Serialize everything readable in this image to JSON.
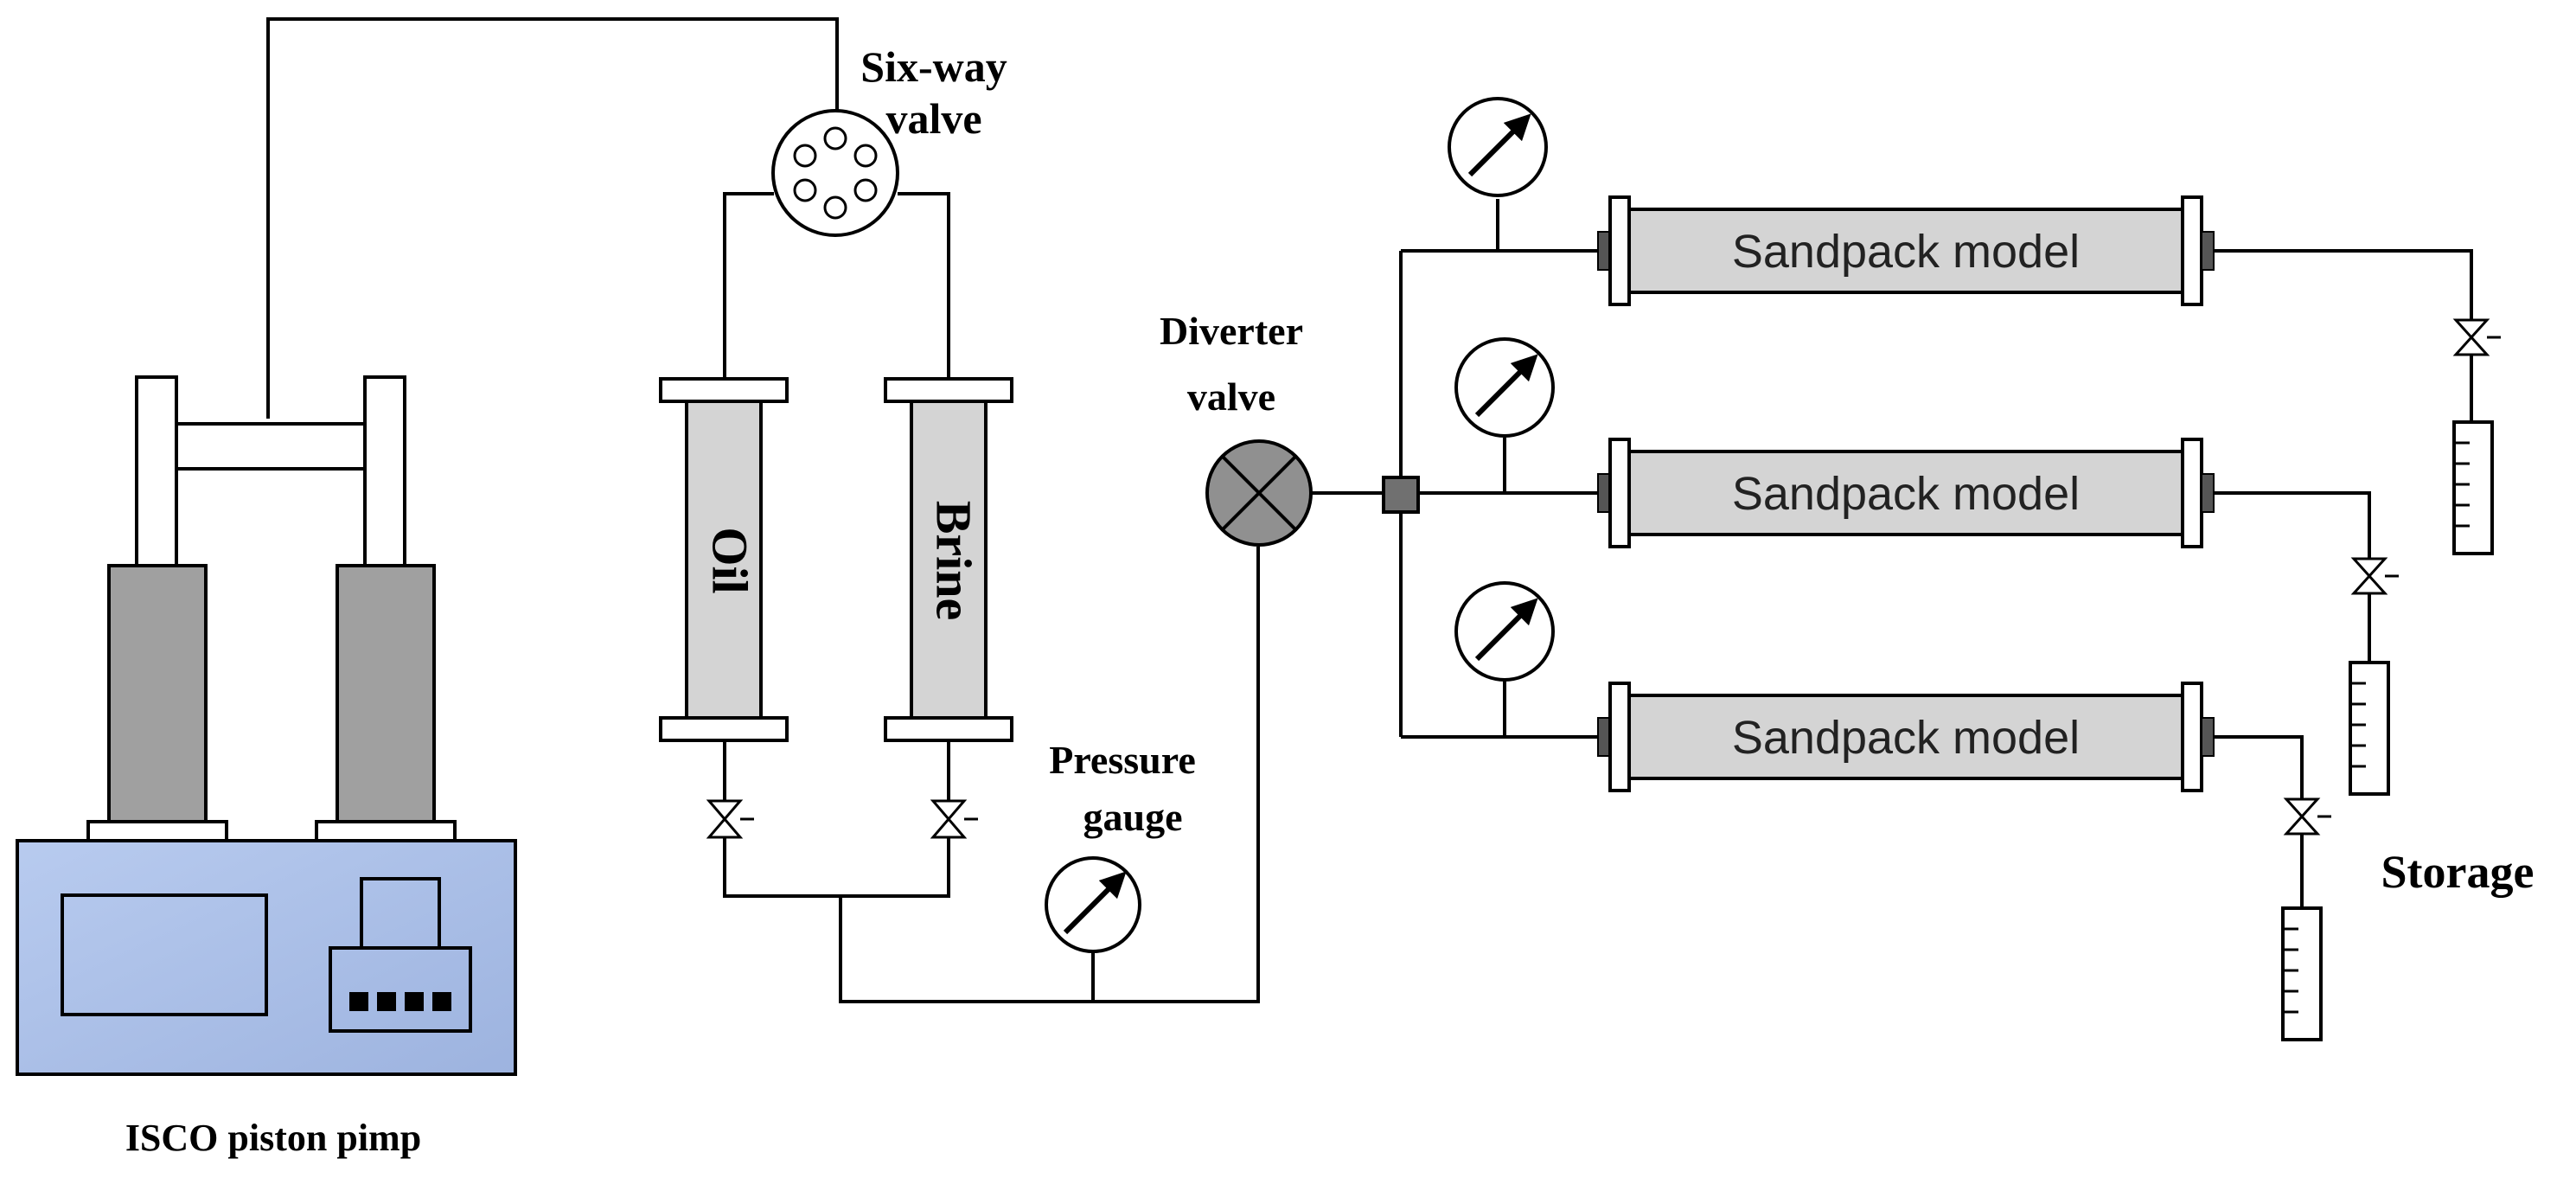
{
  "labels": {
    "six_way_valve_line1": "Six-way",
    "six_way_valve_line2": "valve",
    "diverter_valve_line1": "Diverter",
    "diverter_valve_line2": "valve",
    "pressure_gauge_line1": "Pressure",
    "pressure_gauge_line2": "gauge",
    "oil": "Oil",
    "brine": "Brine",
    "storage": "Storage",
    "pump": "ISCO piston pimp"
  },
  "sandpacks": [
    {
      "label": "Sandpack model"
    },
    {
      "label": "Sandpack model"
    },
    {
      "label": "Sandpack model"
    }
  ],
  "colors": {
    "pump_body": "#a9bfe6",
    "cylinder": "#a0a0a0",
    "column_fill": "#d4d4d4",
    "sandpack_fill": "#d4d4d4",
    "diverter_fill": "#909090",
    "lines": "#000000"
  }
}
